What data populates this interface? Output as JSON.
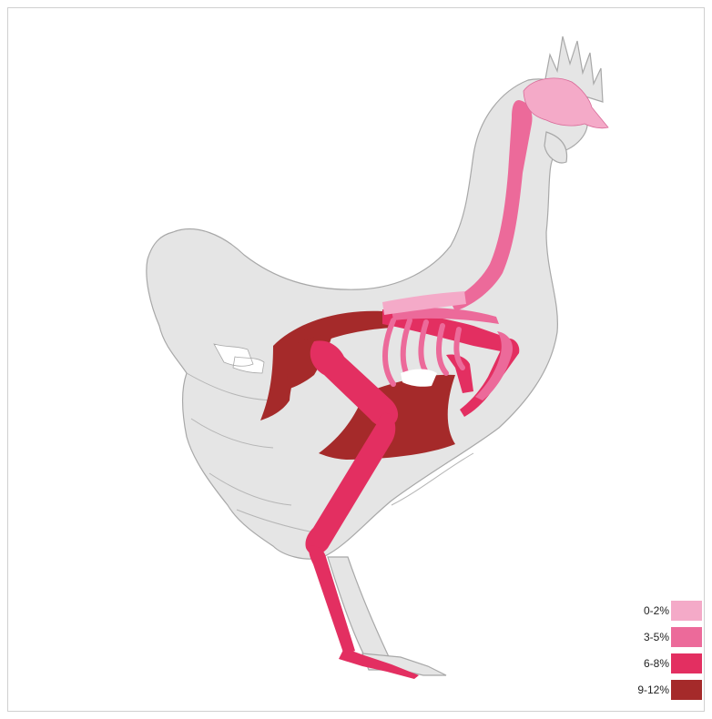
{
  "legend": {
    "items": [
      {
        "label": "0-2%",
        "color": "#f4aac8"
      },
      {
        "label": "3-5%",
        "color": "#ec6a9a"
      },
      {
        "label": "6-8%",
        "color": "#e32f61"
      },
      {
        "label": "9-12%",
        "color": "#a52a2a"
      }
    ]
  },
  "colors": {
    "body": "#e5e5e5",
    "body_outline": "#a8a8a8",
    "white_bone": "#ffffff"
  }
}
